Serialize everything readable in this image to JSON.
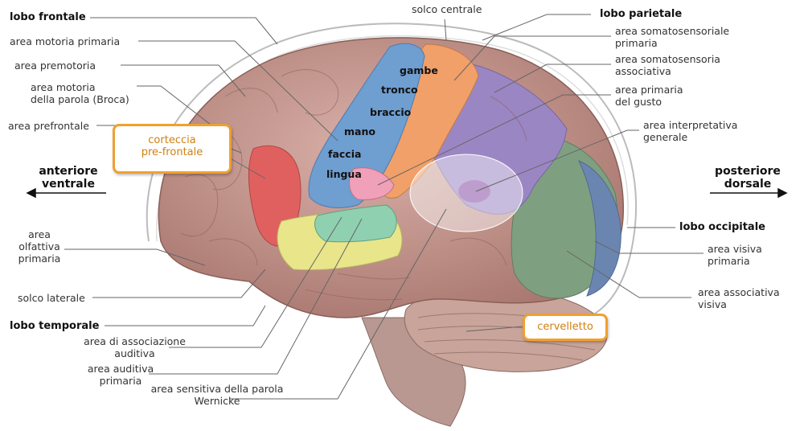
{
  "labels": {
    "lobo_frontale": "lobo frontale",
    "area_motoria_primaria": "area motoria primaria",
    "area_premotoria": "area premotoria",
    "area_motoria_parola_1": "area motoria",
    "area_motoria_parola_2": "della parola (Broca)",
    "area_prefrontale": "area prefrontale",
    "area_olfattiva_1": "area",
    "area_olfattiva_2": "olfattiva",
    "area_olfattiva_3": "primaria",
    "solco_laterale": "solco laterale",
    "lobo_temporale": "lobo temporale",
    "area_assoc_uditiva_1": "area di associazione",
    "area_assoc_uditiva_2": "auditiva",
    "area_uditiva_1": "area auditiva",
    "area_uditiva_2": "primaria",
    "area_wernicke_1": "area sensitiva della parola",
    "area_wernicke_2": "Wernicke",
    "solco_centrale": "solco centrale",
    "lobo_parietale": "lobo parietale",
    "area_somatosens_1": "area somatosensoriale",
    "area_somatosens_2": "primaria",
    "area_somatosens_assoc_1": "area somatosensoria",
    "area_somatosens_assoc_2": "associativa",
    "area_gusto_1": "area primaria",
    "area_gusto_2": "del gusto",
    "area_interpretativa_1": "area interpretativa",
    "area_interpretativa_2": "generale",
    "lobo_occipitale": "lobo occipitale",
    "area_visiva_1": "area visiva",
    "area_visiva_2": "primaria",
    "area_assoc_visiva_1": "area associativa",
    "area_assoc_visiva_2": "visiva"
  },
  "homunculus": {
    "gambe": "gambe",
    "tronco": "tronco",
    "braccio": "braccio",
    "mano": "mano",
    "faccia": "faccia",
    "lingua": "lingua"
  },
  "callouts": {
    "corteccia_1": "corteccia",
    "corteccia_2": "pre-frontale",
    "cervelletto": "cervelletto"
  },
  "directions": {
    "anteriore_1": "anteriore",
    "anteriore_2": "ventrale",
    "posteriore_1": "posteriore",
    "posteriore_2": "dorsale"
  },
  "colors": {
    "brain_base": "#c79a92",
    "motor_strip": "#6f9ed0",
    "sensory_strip": "#f0a068",
    "prefrontal_red": "#e06060",
    "parietal_purple": "#9b86c4",
    "occipital_green": "#7fa080",
    "visual_blue": "#6a86b0",
    "auditory_yellow": "#e8e58a",
    "auditory_teal": "#8fd0b0",
    "callout_orange": "#f0a030"
  }
}
